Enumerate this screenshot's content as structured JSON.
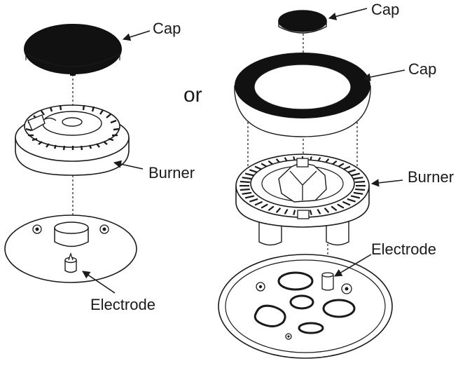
{
  "labels": {
    "left_cap": "Cap",
    "left_burner": "Burner",
    "left_electrode": "Electrode",
    "separator": "or",
    "right_cap_small": "Cap",
    "right_cap_ring": "Cap",
    "right_burner": "Burner",
    "right_electrode": "Electrode"
  },
  "colors": {
    "ink": "#1a1a1a",
    "cap_fill": "#111111",
    "part_fill": "#ffffff"
  }
}
